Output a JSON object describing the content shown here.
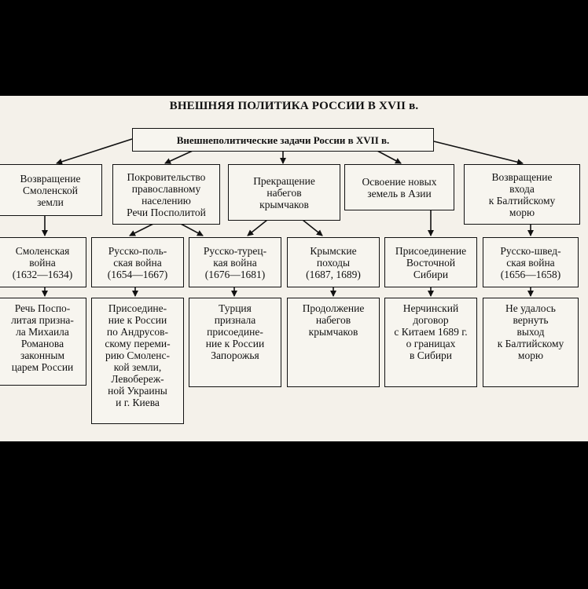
{
  "title": "ВНЕШНЯЯ ПОЛИТИКА РОССИИ В XVII в.",
  "root": "Внешнеполитические задачи России в XVII в.",
  "tasks": [
    "Возвращение\nСмоленской\nземли",
    "Покровительство\nправославному\nнаселению\nРечи Посполитой",
    "Прекращение\nнабегов\nкрымчаков",
    "Освоение новых\nземель в Азии",
    "Возвращение\nвхода\nк Балтийскому\nморю"
  ],
  "events": [
    "Смоленская\nвойна\n(1632—1634)",
    "Русско-поль-\nская война\n(1654—1667)",
    "Русско-турец-\nкая война\n(1676—1681)",
    "Крымские\nпоходы\n(1687, 1689)",
    "Присоединение\nВосточной\nСибири",
    "Русско-швед-\nская война\n(1656—1658)"
  ],
  "results": [
    "Речь Поспо-\nлитая призна-\nла Михаила\nРоманова\nзаконным\nцарем России",
    "Присоедине-\nние к России\nпо Андрусов-\nскому переми-\nрию Смоленс-\nкой земли,\nЛевобереж-\nной Украины\nи г. Киева",
    "Турция\nпризнала\nприсоедине-\nние к России\nЗапорожья",
    "Продолжение\nнабегов\nкрымчаков",
    "Нерчинский\nдоговор\nс Китаем 1689 г.\nо границах\nв Сибири",
    "Не удалось\nвернуть\nвыход\nк Балтийскому\nморю"
  ]
}
